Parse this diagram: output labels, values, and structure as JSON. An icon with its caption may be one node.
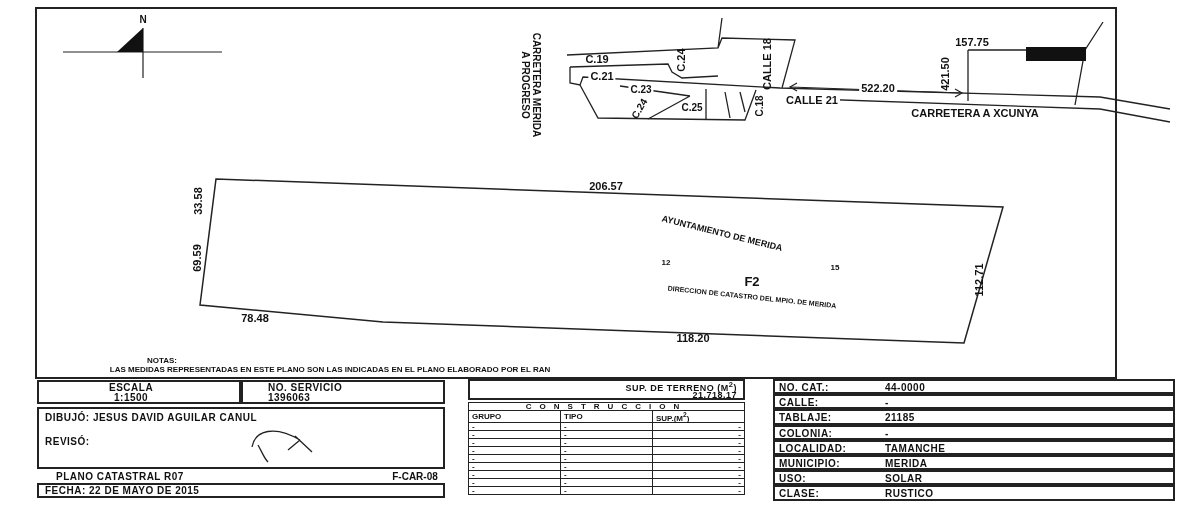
{
  "diagram": {
    "labels": [
      "N",
      "CARRETERA MERIDA A PROGRESO",
      "C.19",
      "C.21",
      "C.24",
      "C.23",
      "C.24",
      "C.25",
      "C.18",
      "CALLE 18",
      "CALLE 21",
      "522.20",
      "CARRETERA A XCUNYA",
      "157.75",
      "421.50",
      "206.57",
      "33.58",
      "69.59",
      "AYUNTAMIENTO DE MERIDA",
      "12",
      "15",
      "F2",
      "DIRECCION DE CATASTRO DEL MPIO. DE MERIDA",
      "112.71",
      "78.48",
      "118.20",
      "NOTAS:",
      "LAS MEDIDAS REPRESENTADAS EN ESTE PLANO SON LAS INDICADAS EN EL PLANO ELABORADO POR EL RAN",
      "ESCALA",
      "1:1500",
      "NO. SERVICIO",
      "1396063",
      "SUP. DE TERRENO (M$^{2}$)",
      "21,718.17",
      "NO. CAT.:",
      "44-0000",
      "CALLE:",
      "-",
      "TABLAJE:",
      "21185",
      "COLONIA:",
      "-",
      "LOCALIDAD:",
      "TAMANCHE",
      "MUNICIPIO:",
      "MERIDA",
      "USO:",
      "SOLAR",
      "CLASE:",
      "RUSTICO",
      "DIBUJÓ: JESUS DAVID AGUILAR CANUL",
      "REVISÓ:",
      "CONSTRUCCION",
      "GRUPO",
      "TIPO",
      "SUP.(M$^{2}$)",
      "-",
      "-",
      "-",
      "-",
      "-",
      "-",
      "-",
      "-",
      "-",
      "-",
      "-",
      "-",
      "-",
      "-",
      "-",
      "-",
      "-",
      "-",
      "-",
      "-",
      "-",
      "-",
      "-",
      "-",
      "-",
      "-",
      "-",
      "PLANO CATASTRAL R07",
      "F-CAR-08",
      "FECHA: 22 DE MAYO DE 2015"
    ]
  }
}
